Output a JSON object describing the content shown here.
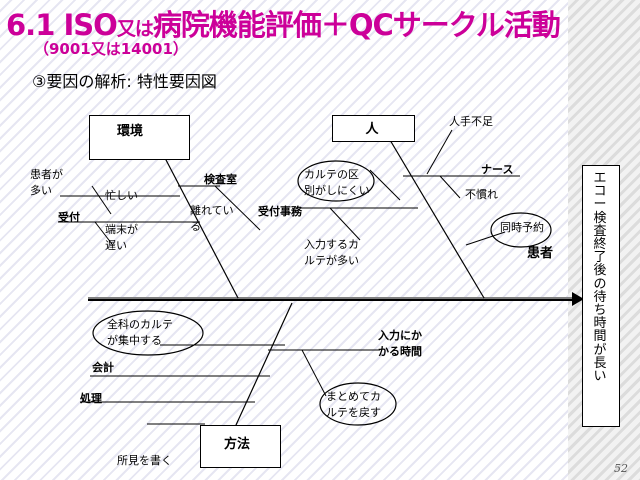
{
  "slide": {
    "title_main": "6.1 ISO",
    "title_small": "又は",
    "title_rest": "病院機能評価＋QCサークル活動",
    "subtitle": "（9001又は14001）",
    "heading": "③要因の解析: 特性要因図",
    "page_number": "52"
  },
  "diagram": {
    "effect": "エコー検査終了後の待ち時間が長い",
    "categories": {
      "environment": "環境",
      "person": "人",
      "method": "方法",
      "patient": "患者"
    },
    "causes": {
      "env_patients_many": "患者が\n多い",
      "env_busy": "忙しい",
      "env_reception": "受付",
      "env_terminal_slow": "端末が\n遅い",
      "env_exam_room": "検査室",
      "env_far": "離れてい\nる",
      "person_clerk": "受付事務",
      "person_chart_hard": "カルテの区\n別がしにくい",
      "person_input_many": "入力するカ\nルテが多い",
      "person_shortage": "人手不足",
      "person_nurse": "ナース",
      "person_unused": "不慣れ",
      "patient_same_time": "同時予約",
      "method_all_charts": "全科のカルテ\nが集中する",
      "method_accounting": "会計",
      "method_processing": "処理",
      "method_input_time": "入力にか\nかる時間",
      "method_return": "まとめてカ\nルテを戻す",
      "method_see_write": "所見を書く"
    }
  }
}
